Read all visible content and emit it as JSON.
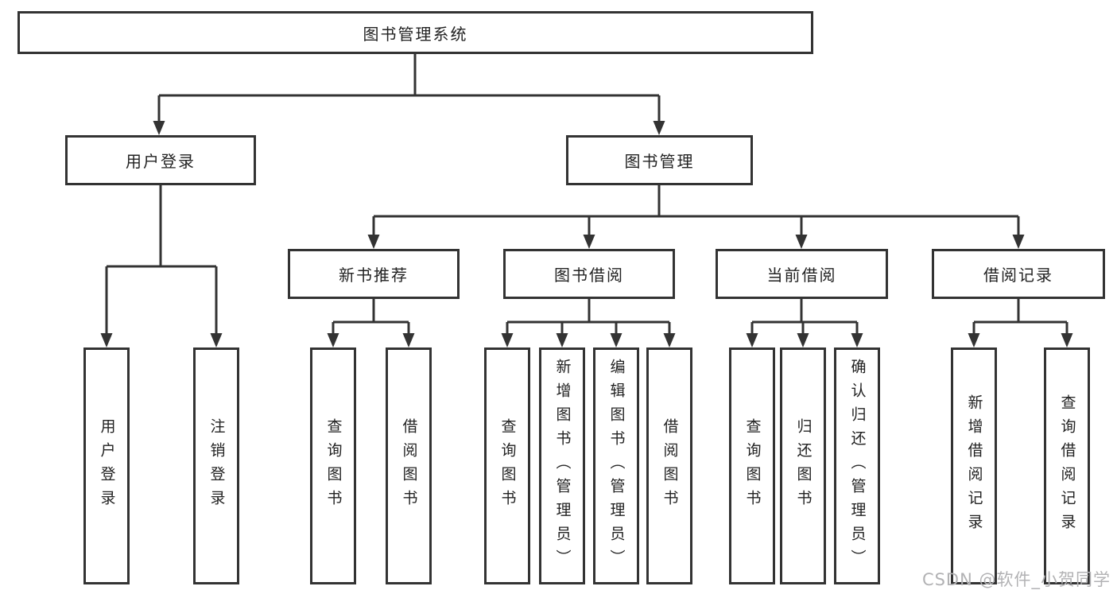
{
  "colors": {
    "line": "#333333",
    "box_border": "#333333",
    "box_fill": "#ffffff",
    "text": "#222222",
    "watermark": "#b2b2b4",
    "background": "#ffffff"
  },
  "tree": {
    "root": {
      "label": "图书管理系统",
      "children": [
        {
          "label": "用户登录",
          "children": [
            {
              "label": "用户登录"
            },
            {
              "label": "注销登录"
            }
          ]
        },
        {
          "label": "图书管理",
          "children": [
            {
              "label": "新书推荐",
              "children": [
                {
                  "label": "查询图书"
                },
                {
                  "label": "借阅图书"
                }
              ]
            },
            {
              "label": "图书借阅",
              "children": [
                {
                  "label": "查询图书"
                },
                {
                  "label": "新增图书（管理员）"
                },
                {
                  "label": "编辑图书（管理员）"
                },
                {
                  "label": "借阅图书"
                }
              ]
            },
            {
              "label": "当前借阅",
              "children": [
                {
                  "label": "查询图书"
                },
                {
                  "label": "归还图书"
                },
                {
                  "label": "确认归还（管理员）"
                }
              ]
            },
            {
              "label": "借阅记录",
              "children": [
                {
                  "label": "新增借阅记录"
                },
                {
                  "label": "查询借阅记录"
                }
              ]
            }
          ]
        }
      ]
    }
  },
  "watermark": {
    "text": "CSDN @软件_小贺同学"
  }
}
